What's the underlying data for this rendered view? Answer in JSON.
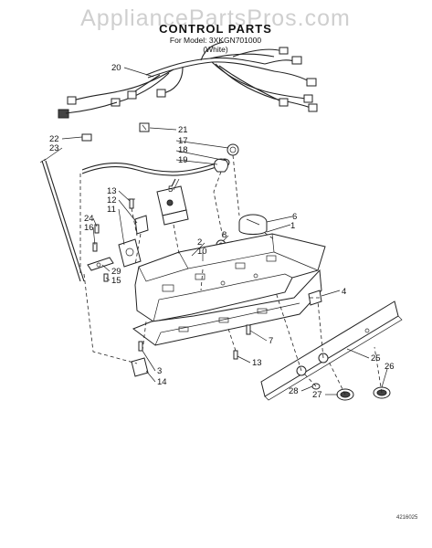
{
  "watermark": "AppliancePartsPros.com",
  "title": "CONTROL PARTS",
  "model_line": "For Model: 3XKGN701000",
  "color_line": "(White)",
  "callouts": {
    "c1": "1",
    "c2": "2",
    "c3": "3",
    "c4": "4",
    "c5": "5",
    "c6": "6",
    "c7": "7",
    "c8": "8",
    "c10": "10",
    "c11": "11",
    "c12": "12",
    "c13a": "13",
    "c13b": "13",
    "c14": "14",
    "c15": "15",
    "c16": "16",
    "c17": "17",
    "c18": "18",
    "c19": "19",
    "c20": "20",
    "c21": "21",
    "c22": "22",
    "c23": "23",
    "c24": "24",
    "c25": "25",
    "c26": "26",
    "c27": "27",
    "c28": "28",
    "c29": "29"
  },
  "drawing_code": "4216025"
}
